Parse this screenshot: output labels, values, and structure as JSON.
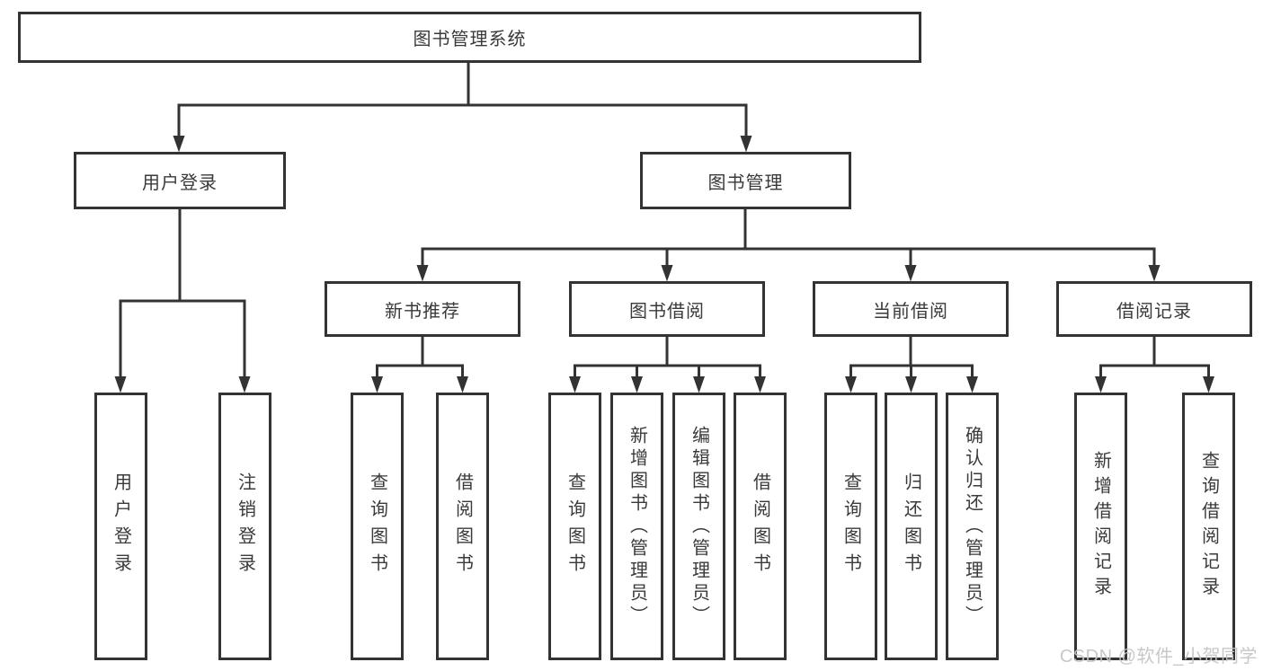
{
  "diagram": {
    "root": {
      "label": "图书管理系统"
    },
    "branches": [
      {
        "label": "用户登录",
        "children": [
          "用户登录",
          "注销登录"
        ]
      },
      {
        "label": "图书管理",
        "sections": [
          {
            "label": "新书推荐",
            "children": [
              "查询图书",
              "借阅图书"
            ]
          },
          {
            "label": "图书借阅",
            "children": [
              "查询图书",
              "新增图书（管理员）",
              "编辑图书（管理员）",
              "借阅图书"
            ]
          },
          {
            "label": "当前借阅",
            "children": [
              "查询图书",
              "归还图书",
              "确认归还（管理员）"
            ]
          },
          {
            "label": "借阅记录",
            "children": [
              "新增借阅记录",
              "查询借阅记录"
            ]
          }
        ]
      }
    ]
  },
  "watermark": {
    "text": "CSDN @软件_小贺同学"
  },
  "colors": {
    "line": "#333333",
    "text": "#3a3a3a",
    "watermark": "#c5c5c5",
    "background": "#ffffff"
  }
}
